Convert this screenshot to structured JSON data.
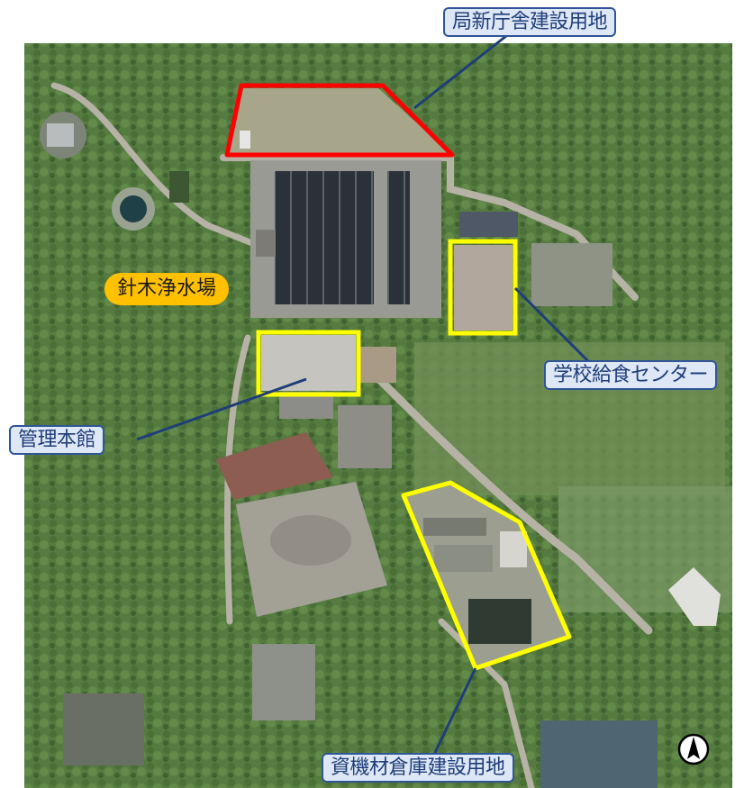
{
  "labels": {
    "new_office_site": "局新庁舎建設用地",
    "water_plant": "針木浄水場",
    "school_lunch_center": "学校給食センター",
    "admin_building": "管理本館",
    "materials_warehouse_site": "資機材倉庫建設用地"
  },
  "colors": {
    "new_office_outline": "#ff0000",
    "site_outline": "#ffff00",
    "callout_border": "#2f5597",
    "callout_fill": "#dde7f6",
    "plant_badge": "#ffc000"
  },
  "icons": [
    "north-arrow-icon"
  ]
}
